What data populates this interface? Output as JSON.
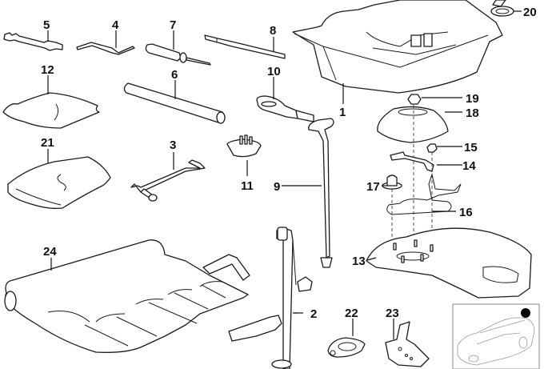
{
  "diagram": {
    "title": "Tool kit / spare wheel mounting — exploded parts view",
    "callouts": [
      {
        "id": "1",
        "label": "1",
        "part": "tool tray"
      },
      {
        "id": "2",
        "label": "2",
        "part": "car jack"
      },
      {
        "id": "3",
        "label": "3",
        "part": "wheel bolt wrench"
      },
      {
        "id": "4",
        "label": "4",
        "part": "hex key"
      },
      {
        "id": "5",
        "label": "5",
        "part": "open-end wrench"
      },
      {
        "id": "6",
        "label": "6",
        "part": "socket tube"
      },
      {
        "id": "7",
        "label": "7",
        "part": "screwdriver"
      },
      {
        "id": "8",
        "label": "8",
        "part": "screwdriver blade"
      },
      {
        "id": "9",
        "label": "9",
        "part": "jack handle / holder"
      },
      {
        "id": "10",
        "label": "10",
        "part": "towing eye"
      },
      {
        "id": "11",
        "label": "11",
        "part": "knob / nut"
      },
      {
        "id": "12",
        "label": "12",
        "part": "bag"
      },
      {
        "id": "13",
        "label": "13",
        "part": "spare wheel tray"
      },
      {
        "id": "14",
        "label": "14",
        "part": "bracket"
      },
      {
        "id": "15",
        "label": "15",
        "part": "nut"
      },
      {
        "id": "16",
        "label": "16",
        "part": "wire holder"
      },
      {
        "id": "17",
        "label": "17",
        "part": "grommet nut"
      },
      {
        "id": "18",
        "label": "18",
        "part": "cover"
      },
      {
        "id": "19",
        "label": "19",
        "part": "nut"
      },
      {
        "id": "20",
        "label": "20",
        "part": "ring"
      },
      {
        "id": "21",
        "label": "21",
        "part": "glove pouch"
      },
      {
        "id": "22",
        "label": "22",
        "part": "gasket"
      },
      {
        "id": "23",
        "label": "23",
        "part": "clip"
      },
      {
        "id": "24",
        "label": "24",
        "part": "tool roll"
      }
    ],
    "inset": {
      "description": "vehicle location thumbnail",
      "marker_color": "#000000"
    }
  }
}
